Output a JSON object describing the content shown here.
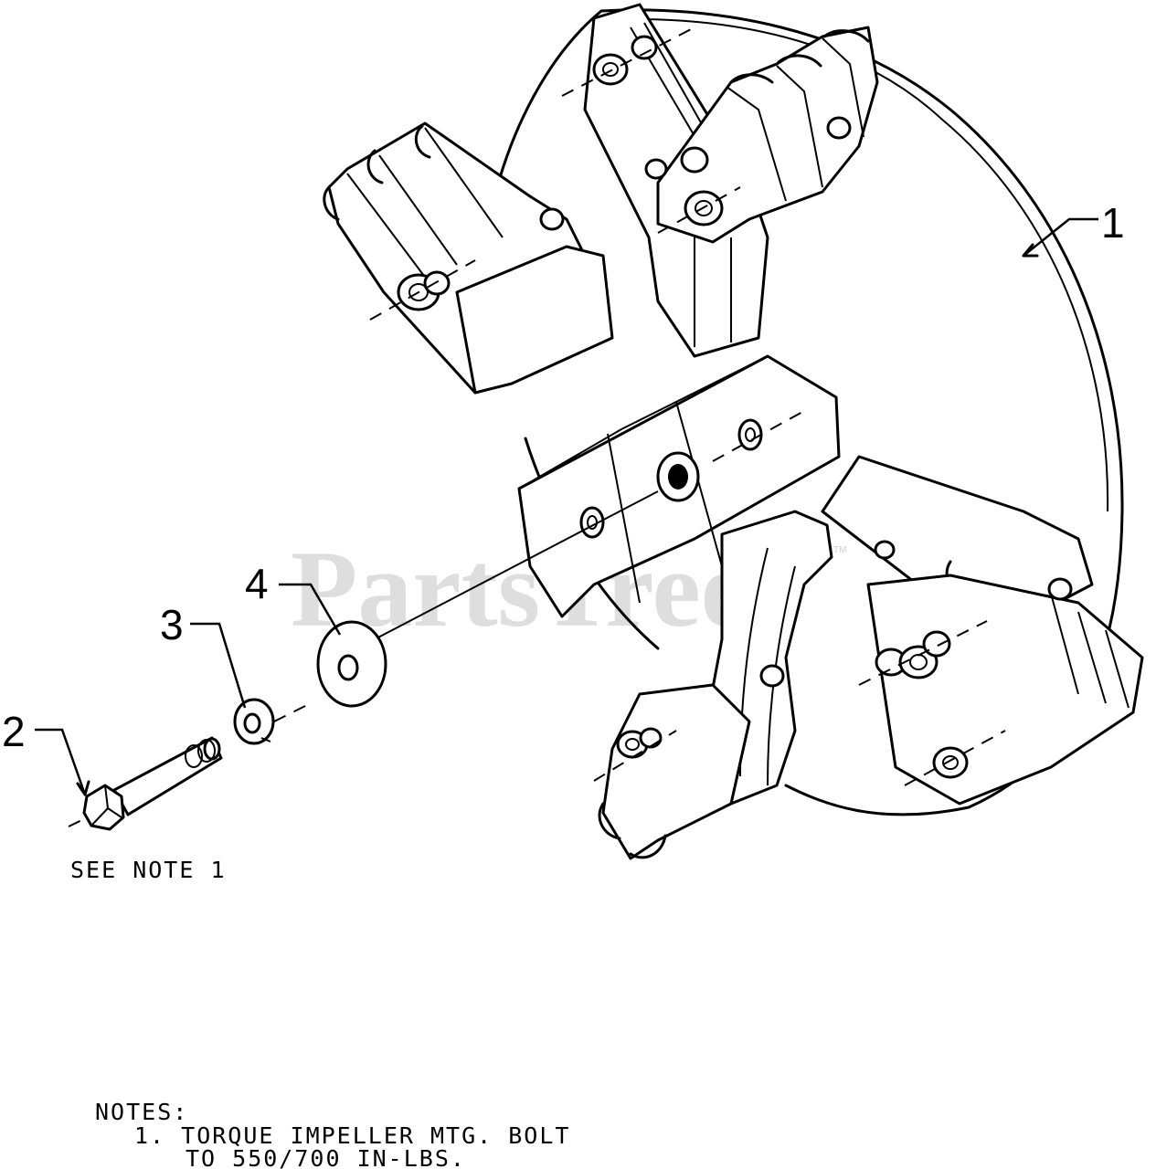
{
  "watermark": {
    "text": "PartsTree",
    "tm": "TM"
  },
  "callouts": {
    "c1": "1",
    "c2": "2",
    "c3": "3",
    "c4": "4"
  },
  "see_note": "SEE NOTE 1",
  "notes": {
    "heading": "NOTES:",
    "line1": "1. TORQUE IMPELLER MTG. BOLT",
    "line2": "TO 550/700 IN-LBS."
  }
}
